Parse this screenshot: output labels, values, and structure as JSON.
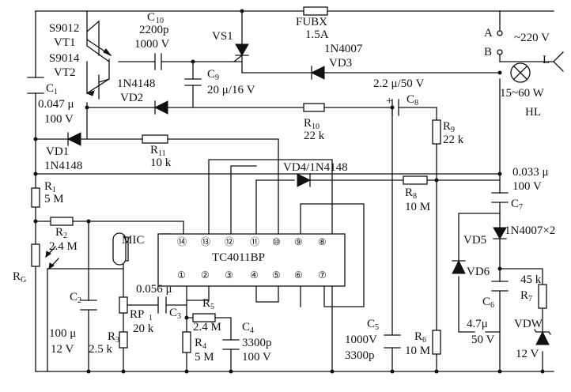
{
  "labels": {
    "vt1_type": "S9012",
    "vt1_name": "VT1",
    "vt2_type": "S9014",
    "vt2_name": "VT2",
    "c10_name": "C",
    "c10_sub": "10",
    "c10_val1": "2200p",
    "c10_val2": "1000 V",
    "vs1": "VS1",
    "fuse_name": "FUBX",
    "fuse_val": "1.5A",
    "vd3_type": "1N4007",
    "vd3_name": "VD3",
    "term_a": "A",
    "term_b": "B",
    "mains": "~220 V",
    "lamp_l": "L",
    "lamp_power": "15~60 W",
    "lamp_name": "HL",
    "c1_name": "C",
    "c1_sub": "1",
    "c1_val1": "0.047 μ",
    "c1_val2": "100 V",
    "vd2_type": "1N4148",
    "vd2_name": "VD2",
    "c9_name": "C",
    "c9_sub": "9",
    "c9_val": "20 μ/16 V",
    "c8_val": "2.2 μ/50 V",
    "c8_plus": "+",
    "c8_name": "C",
    "c8_sub": "8",
    "r10_name": "R",
    "r10_sub": "10",
    "r10_val": "22 k",
    "r9_name": "R",
    "r9_sub": "9",
    "r9_val": "22 k",
    "vd1_name": "VD1",
    "vd1_type": "1N4148",
    "r11_name": "R",
    "r11_sub": "11",
    "r11_val": "10 k",
    "vd4_label": "VD4/1N4148",
    "c7_val1": "0.033 μ",
    "c7_val2": "100 V",
    "c7_name": "C",
    "c7_sub": "7",
    "r1_name": "R",
    "r1_sub": "1",
    "r1_val": "5 M",
    "r8_name": "R",
    "r8_sub": "8",
    "r8_val": "10 M",
    "r2_name": "R",
    "r2_sub": "2",
    "r2_val": "2.4 M",
    "mic": "MIC",
    "ic_name": "TC4011BP",
    "vd5_name": "VD5",
    "vd56_type": "1N4007×2",
    "vd6_name": "VD6",
    "rg_name": "R",
    "rg_sub": "G",
    "c3_val": "0.056 μ",
    "c3_name": "C",
    "c3_sub": "3",
    "r5_name": "R",
    "r5_sub": "5",
    "r5_val": "2.4 M",
    "rp1_name": "RP",
    "rp1_sub": "1",
    "rp1_val": "20 k",
    "c6_name": "C",
    "c6_sub": "6",
    "r7_val": "45 k",
    "r7_name": "R",
    "r7_sub": "7",
    "c2_name": "C",
    "c2_sub": "2",
    "c2_val1": "100 μ",
    "c2_val2": "12 V",
    "c4_name": "C",
    "c4_sub": "4",
    "c4_val1": "3300p",
    "c4_val2": "100 V",
    "r3_name": "R",
    "r3_sub": "3",
    "r3_val": "2.5 k",
    "r4_name": "R",
    "r4_sub": "4",
    "r4_val": "5 M",
    "c5_name": "C",
    "c5_sub": "5",
    "c5_val1": "1000V",
    "c5_val2": "3300p",
    "r6_name": "R",
    "r6_sub": "6",
    "r6_val": "10 M",
    "c6_val1": "4.7μ",
    "c6_val2": "50 V",
    "vdw_name": "VDW",
    "vdw_val": "12 V"
  },
  "ic_pins": {
    "top": [
      "⑭",
      "⑬",
      "⑫",
      "⑪",
      "⑩",
      "⑨",
      "⑧"
    ],
    "bottom": [
      "①",
      "②",
      "③",
      "④",
      "⑤",
      "⑥",
      "⑦"
    ]
  }
}
